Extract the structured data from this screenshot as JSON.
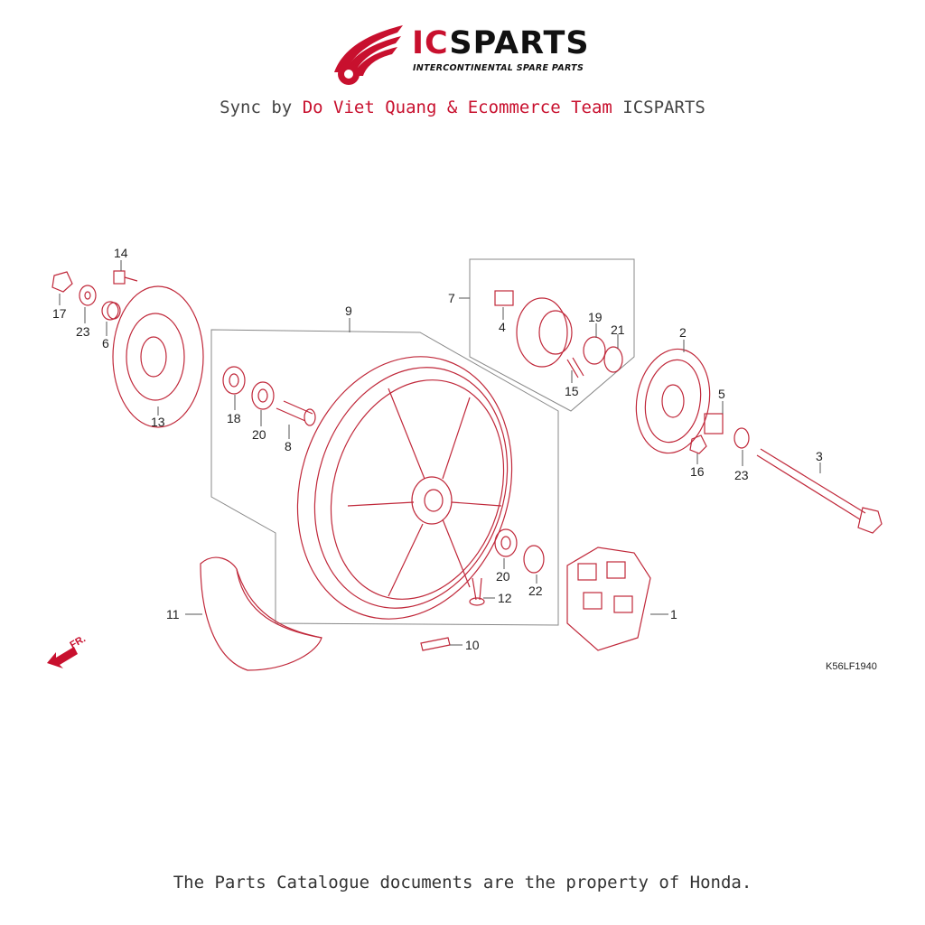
{
  "header": {
    "brand_prefix": "IC",
    "brand_suffix": "SPARTS",
    "tagline": "INTERCONTINENTAL SPARE PARTS",
    "sync_prefix": "Sync by ",
    "sync_author": "Do Viet Quang & Ecommerce Team",
    "sync_suffix": " ICSPARTS"
  },
  "diagram": {
    "code": "K56LF1940",
    "front_marker": "FR.",
    "callouts": [
      "1",
      "2",
      "3",
      "4",
      "5",
      "6",
      "7",
      "8",
      "9",
      "10",
      "11",
      "12",
      "13",
      "14",
      "15",
      "16",
      "17",
      "18",
      "19",
      "20",
      "20",
      "21",
      "22",
      "23",
      "23"
    ]
  },
  "footer": {
    "text": "The Parts Catalogue documents are the property of Honda."
  },
  "colors": {
    "brand_red": "#c8102e",
    "line_red": "#c0283a",
    "text_gray": "#444444"
  },
  "icons": [
    "wing-logo-icon",
    "front-arrow-icon"
  ]
}
